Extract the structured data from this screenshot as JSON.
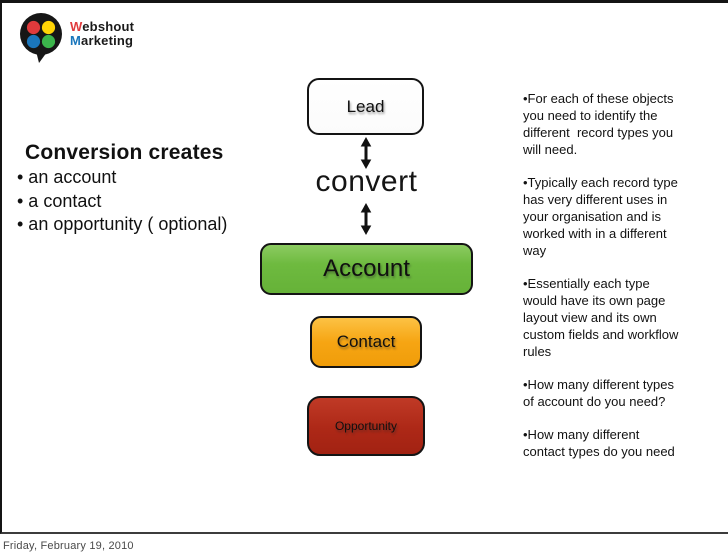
{
  "logo": {
    "name1_initial": "W",
    "name1_rest": "ebshout",
    "name2_initial": "M",
    "name2_rest": "arketing",
    "colors": {
      "bubble": "#161616",
      "dot_top_left": "#e03a3c",
      "dot_top_right": "#ffd405",
      "dot_bottom_left": "#1a76bc",
      "dot_bottom_right": "#3bb54b",
      "initial_w": "#e03a3c",
      "initial_m": "#1a76bc"
    }
  },
  "left": {
    "heading": "Conversion creates",
    "bullets": [
      "• an account",
      "• a contact",
      "• an opportunity ( optional)"
    ]
  },
  "diagram": {
    "lead_label": "Lead",
    "convert_label": "convert",
    "account_label": "Account",
    "contact_label": "Contact",
    "opportunity_label": "Opportunity",
    "colors": {
      "lead_fill": "#ffffff",
      "account_fill": "#6fbf44",
      "contact_fill": "#f7a81b",
      "opportunity_fill": "#ad2817",
      "border": "#141414"
    }
  },
  "right": {
    "bullets": [
      "•For each of these objects you need to identify the different  record types you will need.",
      "•Typically each record type has very different uses in your organisation and is worked with in a different way",
      "•Essentially each type would have its own page layout view and its own custom fields and workflow rules",
      "•How many different types of account do you need?",
      "•How many different contact types do you need"
    ]
  },
  "footer": {
    "date": "Friday, February 19, 2010"
  }
}
